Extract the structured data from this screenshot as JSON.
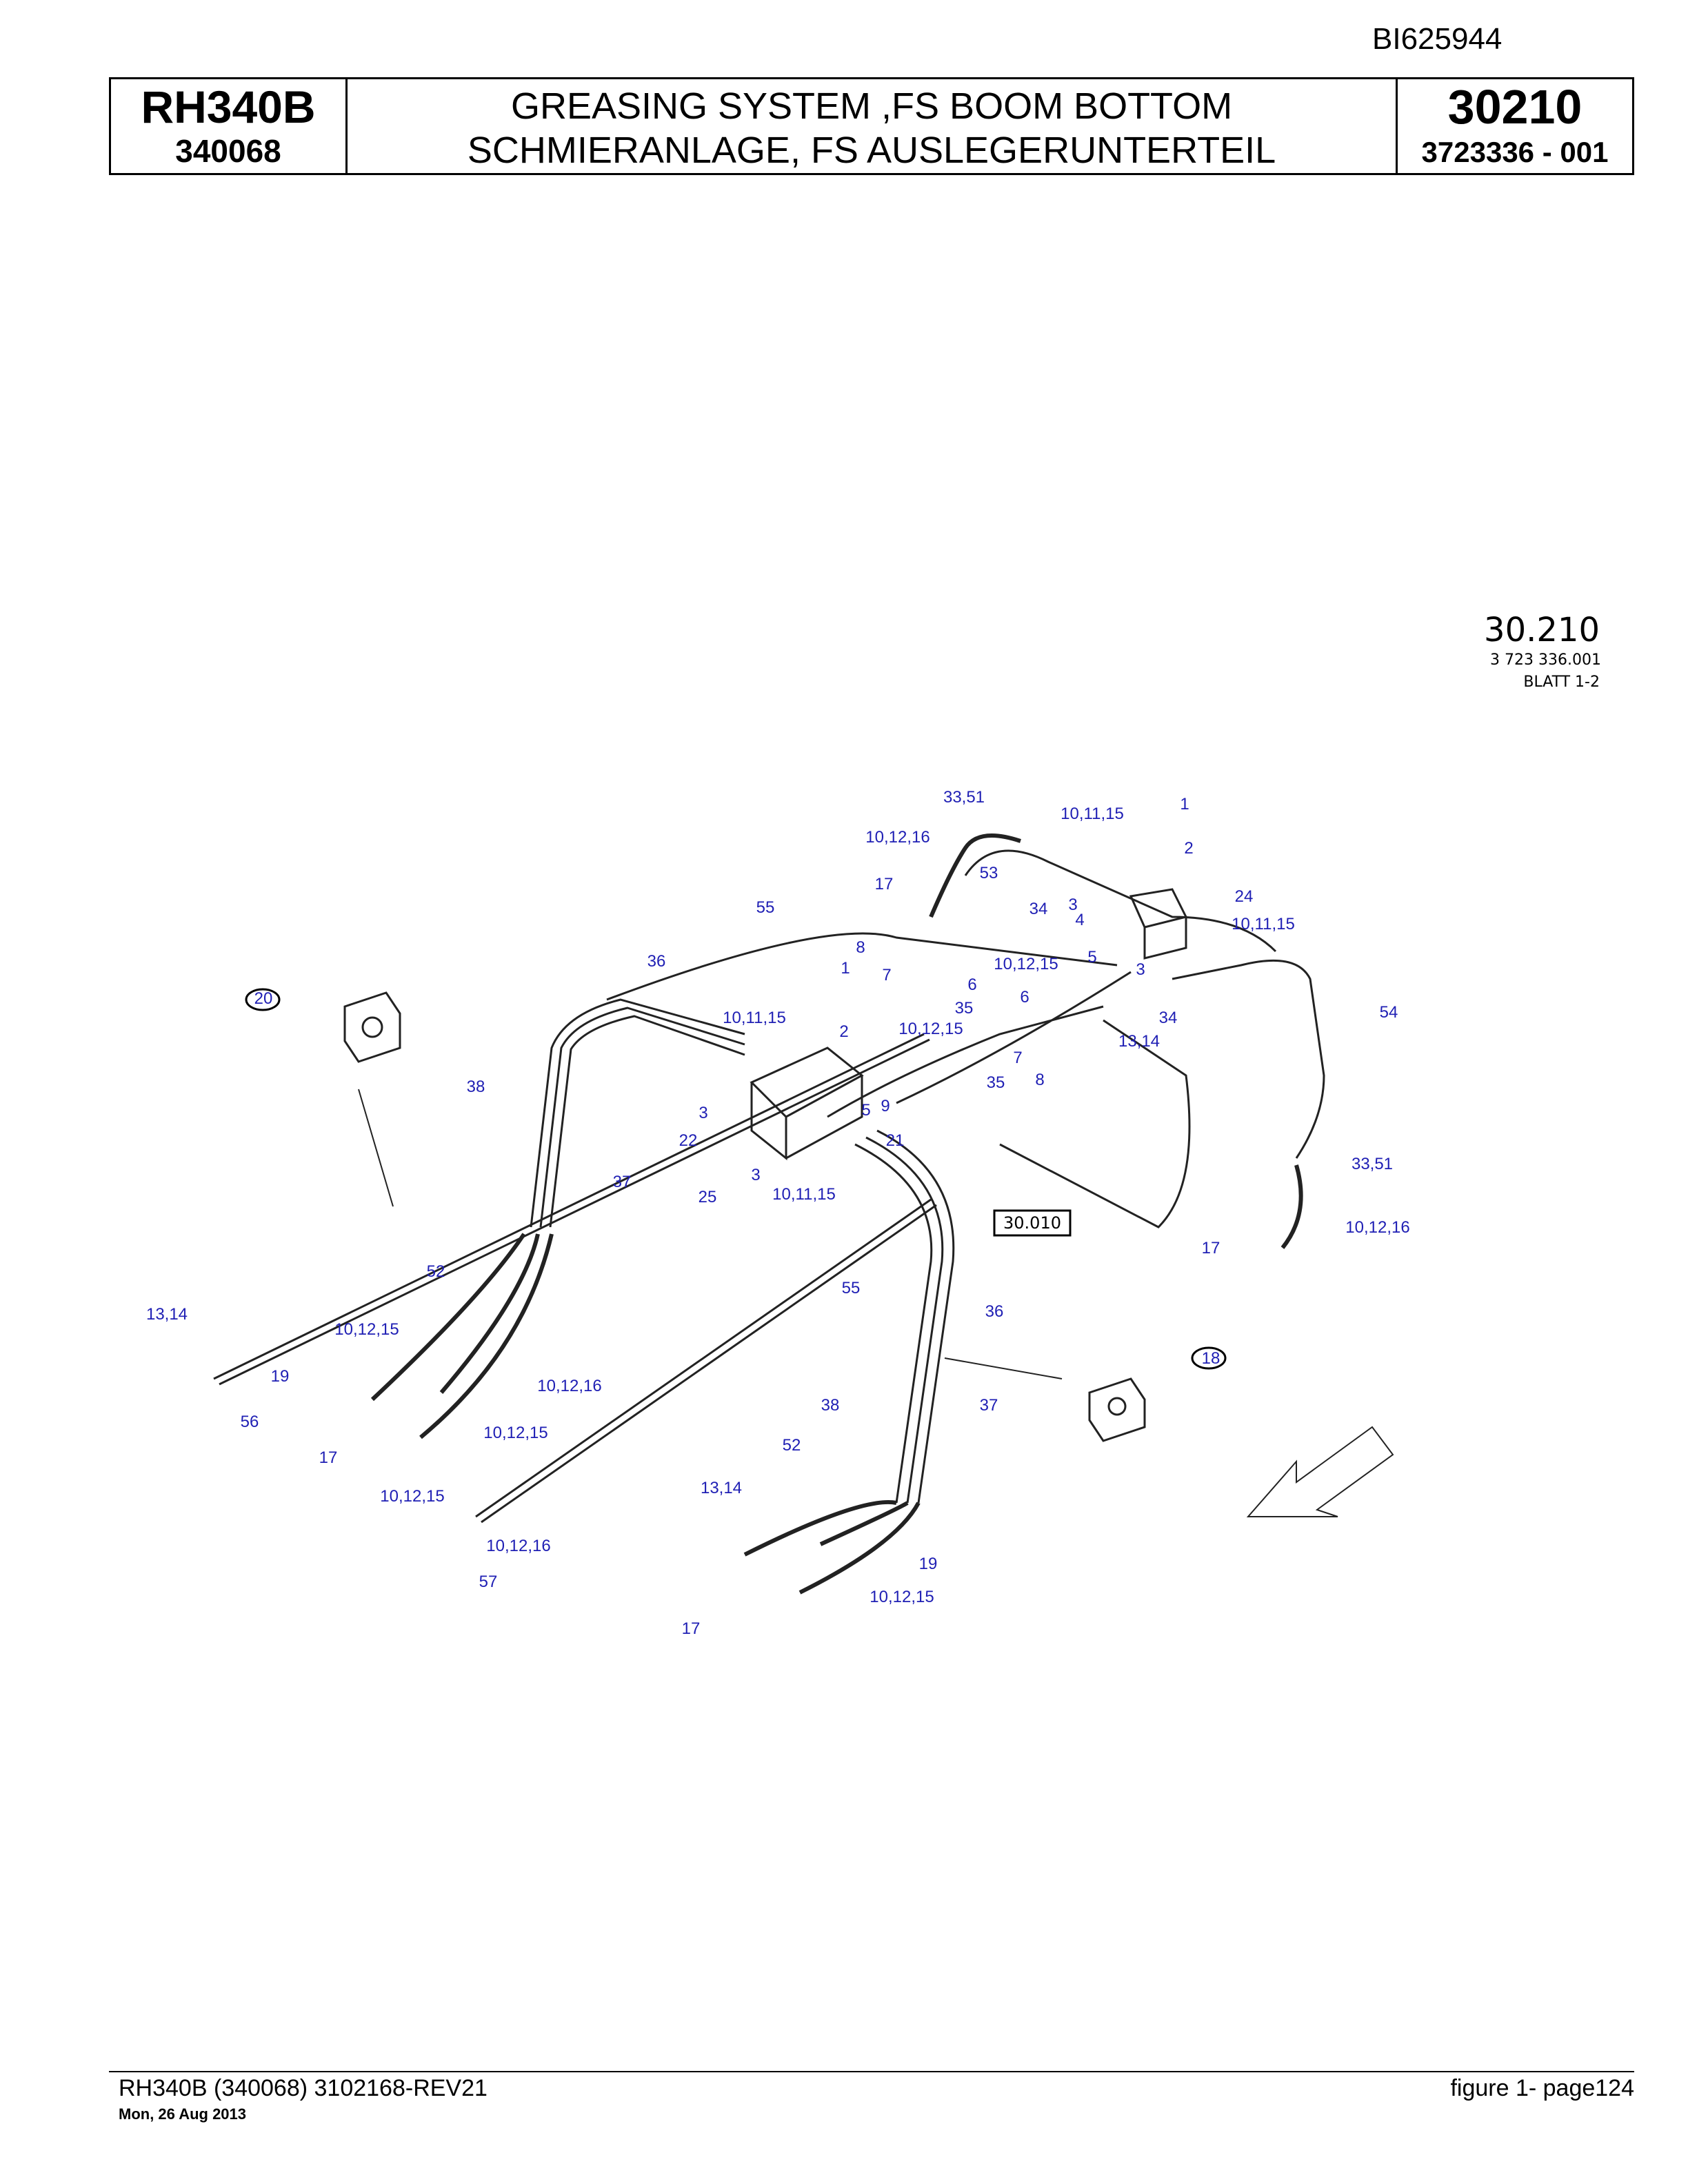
{
  "doc_id": "BI625944",
  "header": {
    "model": "RH340B",
    "serial": "340068",
    "title_en": "GREASING SYSTEM ,FS BOOM BOTTOM",
    "title_de": "SCHMIERANLAGE, FS AUSLEGERUNTERTEIL",
    "section": "30210",
    "part_no": "3723336  - 001"
  },
  "drawing": {
    "stamp_number": "30.210",
    "stamp_part": "3 723 336.001",
    "stamp_sheet": "BLATT 1-2",
    "ref_box": "30.010",
    "callouts": [
      "33,51",
      "10,11,15",
      "1",
      "10,12,16",
      "2",
      "17",
      "53",
      "24",
      "55",
      "34",
      "3",
      "4",
      "10,11,15",
      "8",
      "10,12,15",
      "5",
      "3",
      "36",
      "7",
      "6",
      "20",
      "1",
      "10,11,15",
      "6",
      "34",
      "2",
      "10,12,15",
      "35",
      "13,14",
      "7",
      "8",
      "38",
      "3",
      "35",
      "9",
      "22",
      "5",
      "21",
      "25",
      "3",
      "10,11,15",
      "37",
      "54",
      "33,51",
      "10,12,16",
      "17",
      "52",
      "55",
      "13,14",
      "10,12,15",
      "36",
      "19",
      "10,12,16",
      "18",
      "56",
      "37",
      "38",
      "17",
      "10,12,15",
      "52",
      "13,14",
      "10,12,15",
      "19",
      "10,12,16",
      "57",
      "10,12,15",
      "17",
      "20",
      "18"
    ]
  },
  "footer": {
    "left": "RH340B (340068) 3102168-REV21",
    "date": "Mon, 26 Aug 2013",
    "right": "figure  1- page124"
  }
}
